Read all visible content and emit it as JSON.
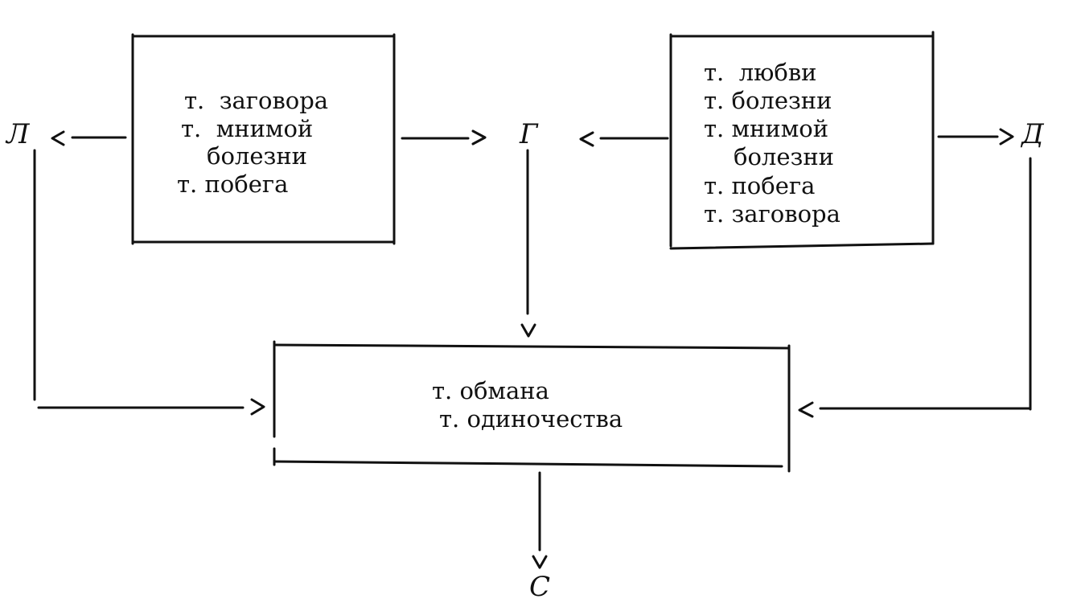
{
  "nodes": {
    "L": "Л",
    "G": "Г",
    "D": "Д",
    "S": "С"
  },
  "box_left": {
    "lines": [
      "т.  заговора",
      "т.  мнимой",
      "болезни",
      "т. побега"
    ]
  },
  "box_right": {
    "lines": [
      "т.  любви",
      "т. болезни",
      "т. мнимой",
      "болезни",
      "т. побега",
      "т. заговора"
    ]
  },
  "box_bottom": {
    "lines": [
      "т. обмана",
      "т. одиночества"
    ]
  }
}
